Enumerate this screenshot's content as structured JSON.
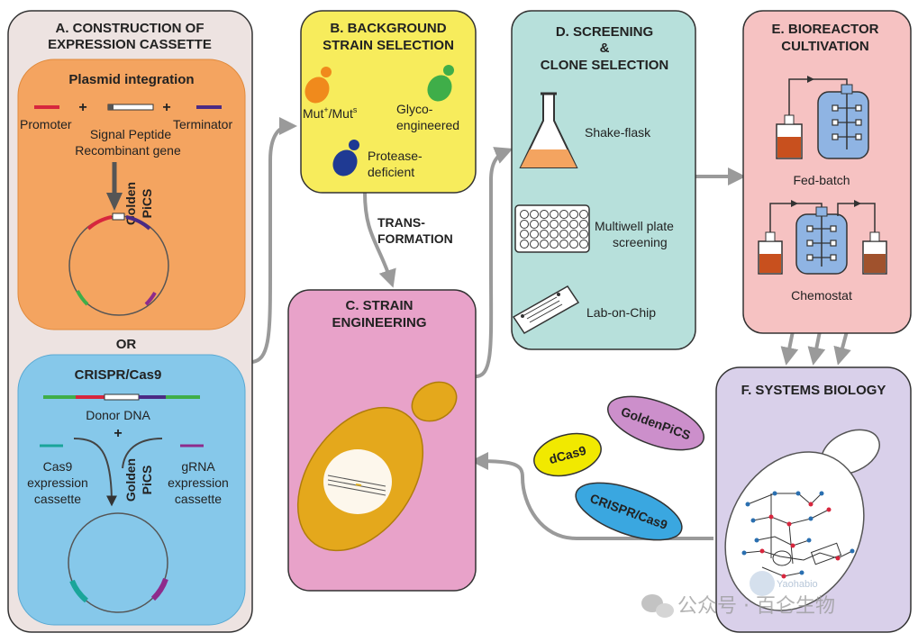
{
  "panel_a": {
    "title_line1": "A. CONSTRUCTION OF",
    "title_line2": "EXPRESSION CASSETTE",
    "plasmid": {
      "title": "Plasmid integration",
      "plus": "+",
      "promoter": "Promoter",
      "terminator": "Terminator",
      "signal_peptide": "Signal Peptide",
      "recombinant_gene": "Recombinant gene",
      "golden": "Golden",
      "pics": "PiCS"
    },
    "or": "OR",
    "crispr": {
      "title": "CRISPR/Cas9",
      "donor_dna": "Donor DNA",
      "plus": "+",
      "cas9_l1": "Cas9",
      "cas9_l2": "expression",
      "cas9_l3": "cassette",
      "grna_l1": "gRNA",
      "grna_l2": "expression",
      "grna_l3": "cassette",
      "golden": "Golden",
      "pics": "PiCS"
    },
    "colors": {
      "panel": "#ede3e1",
      "plasmid_box": "#f4a460",
      "crispr_box": "#86c8ea"
    }
  },
  "panel_b": {
    "title_line1": "B. BACKGROUND",
    "title_line2": "STRAIN SELECTION",
    "mut_main": "Mut",
    "mut_sup1": "+",
    "mut_slash": "/Mut",
    "mut_sup2": "s",
    "glyco_l1": "Glyco-",
    "glyco_l2": "engineered",
    "protease_l1": "Protease-",
    "protease_l2": "deficient",
    "color": "#f7ec5c"
  },
  "transformation": {
    "line1": "TRANS-",
    "line2": "FORMATION"
  },
  "panel_c": {
    "title_line1": "C. STRAIN",
    "title_line2": "ENGINEERING",
    "color": "#e8a2c9"
  },
  "panel_d": {
    "title_line1": "D. SCREENING",
    "title_line2": "&",
    "title_line3": "CLONE SELECTION",
    "shake_flask": "Shake-flask",
    "multiwell_l1": "Multiwell plate",
    "multiwell_l2": "screening",
    "lab_on_chip": "Lab-on-Chip",
    "color": "#b7e0db"
  },
  "panel_e": {
    "title_line1": "E. BIOREACTOR",
    "title_line2": "CULTIVATION",
    "fed_batch": "Fed-batch",
    "chemostat": "Chemostat",
    "color": "#f6c2c2"
  },
  "panel_f": {
    "title": "F. SYSTEMS BIOLOGY",
    "color": "#d9d0ea"
  },
  "tools": {
    "golden_pics": "GoldenPiCS",
    "dcas9": "dCas9",
    "crispr_cas9": "CRISPR/Cas9"
  },
  "watermark": {
    "text": "公众号 · 百仑生物",
    "logo_text": "Yaohabio"
  }
}
